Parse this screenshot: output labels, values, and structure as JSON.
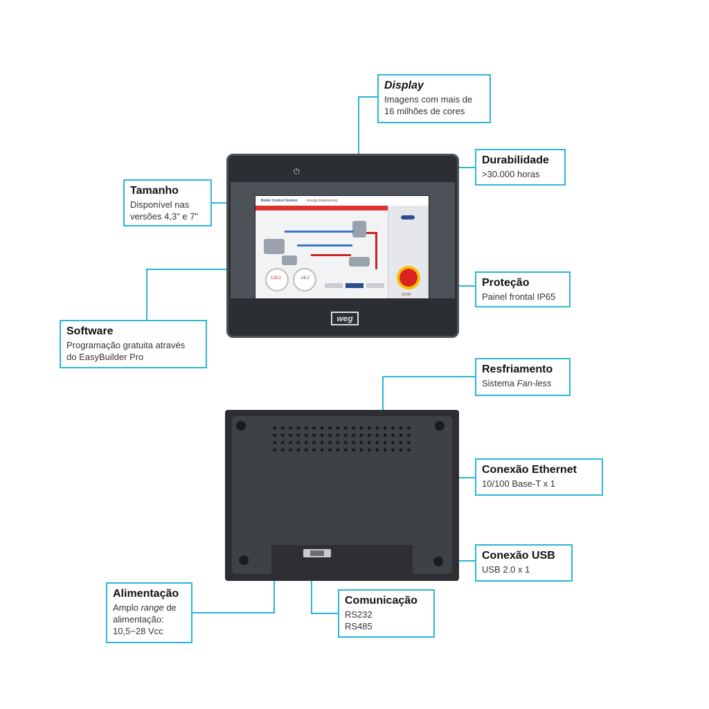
{
  "colors": {
    "callout_border": "#29b6d8",
    "panel_dark": "#2b2e33",
    "leader_line": "#29b6d8"
  },
  "callouts": {
    "display": {
      "title": "Display",
      "desc_1": "Imagens com mais de",
      "desc_2": "16 milhões de cores"
    },
    "durabilidade": {
      "title": "Durabilidade",
      "desc_1": ">30.000 horas"
    },
    "tamanho": {
      "title": "Tamanho",
      "desc_1": "Disponível nas",
      "desc_2": "versões 4,3\" e 7\""
    },
    "protecao": {
      "title": "Proteção",
      "desc_1": "Painel frontal IP65"
    },
    "software": {
      "title": "Software",
      "desc_1": "Programação gratuita através",
      "desc_2": "do EasyBuilder Pro"
    },
    "resfriamento": {
      "title": "Resfriamento",
      "desc_prefix": "Sistema ",
      "desc_italic": "Fan-less"
    },
    "ethernet": {
      "title": "Conexão Ethernet",
      "desc_1": "10/100 Base-T x 1"
    },
    "usb": {
      "title": "Conexão USB",
      "desc_1": "USB 2.0 x 1"
    },
    "alimentacao": {
      "title": "Alimentação",
      "desc_prefix": "Amplo ",
      "desc_italic": "range",
      "desc_suffix": " de",
      "desc_2": "alimentação:",
      "desc_3": "10,5~28 Vcc"
    },
    "comunicacao": {
      "title": "Comunicação",
      "desc_1": "RS232",
      "desc_2": "RS485"
    }
  },
  "device": {
    "power_icon": "power-icon",
    "logo_text": "weg",
    "screen": {
      "header_title": "Boiler Control System",
      "header_sub": "Energy Engineering",
      "gauge_1": "128.2",
      "gauge_2": "-16.2",
      "estop_label": "STOP"
    }
  }
}
